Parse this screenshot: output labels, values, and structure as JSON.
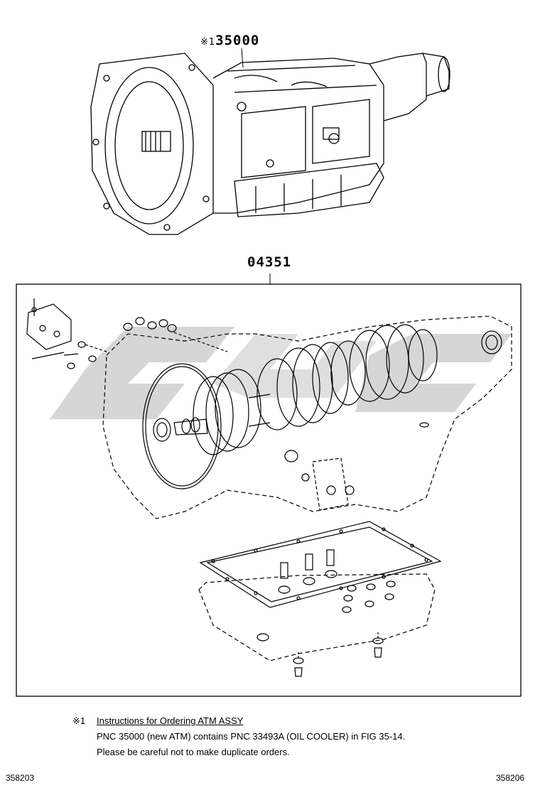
{
  "assembly": {
    "callout_mark": "※1",
    "callout_number": "35000"
  },
  "kit": {
    "callout_number": "04351"
  },
  "notes": {
    "mark": "※1",
    "heading": "Instructions for Ordering ATM ASSY",
    "line1": "PNC 35000 (new ATM) contains PNC 33493A (OIL COOLER) in FIG 35-14.",
    "line2": "Please be careful not to make duplicate orders."
  },
  "footer": {
    "left_code": "358203",
    "right_code": "358206"
  }
}
